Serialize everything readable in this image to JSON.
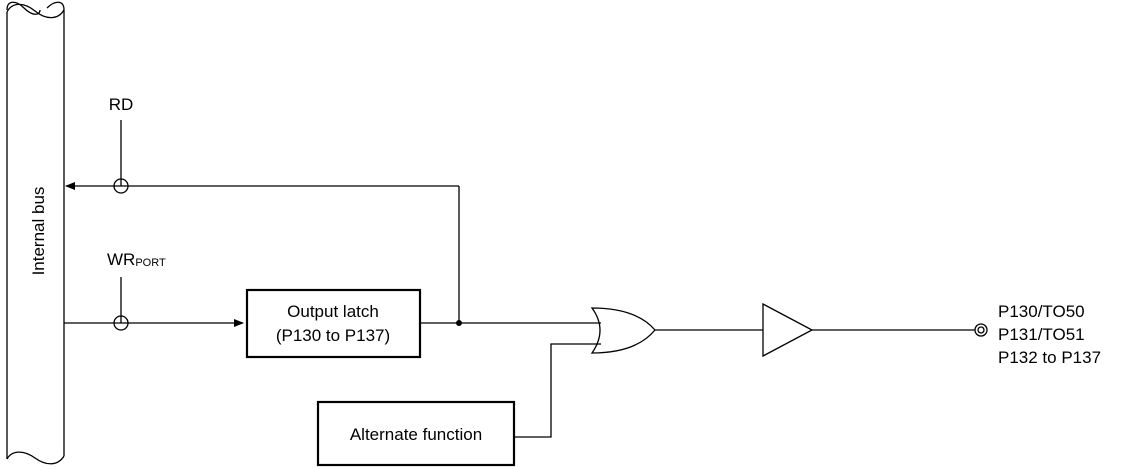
{
  "bus": {
    "label": "Internal bus"
  },
  "signals": {
    "rd": "RD",
    "wr_main": "WR",
    "wr_sub": "PORT"
  },
  "blocks": {
    "output_latch_line1": "Output latch",
    "output_latch_line2": "(P130 to P137)",
    "alternate_function": "Alternate function"
  },
  "pins": {
    "line1": "P130/TO50",
    "line2": "P131/TO51",
    "line3": "P132 to P137"
  }
}
